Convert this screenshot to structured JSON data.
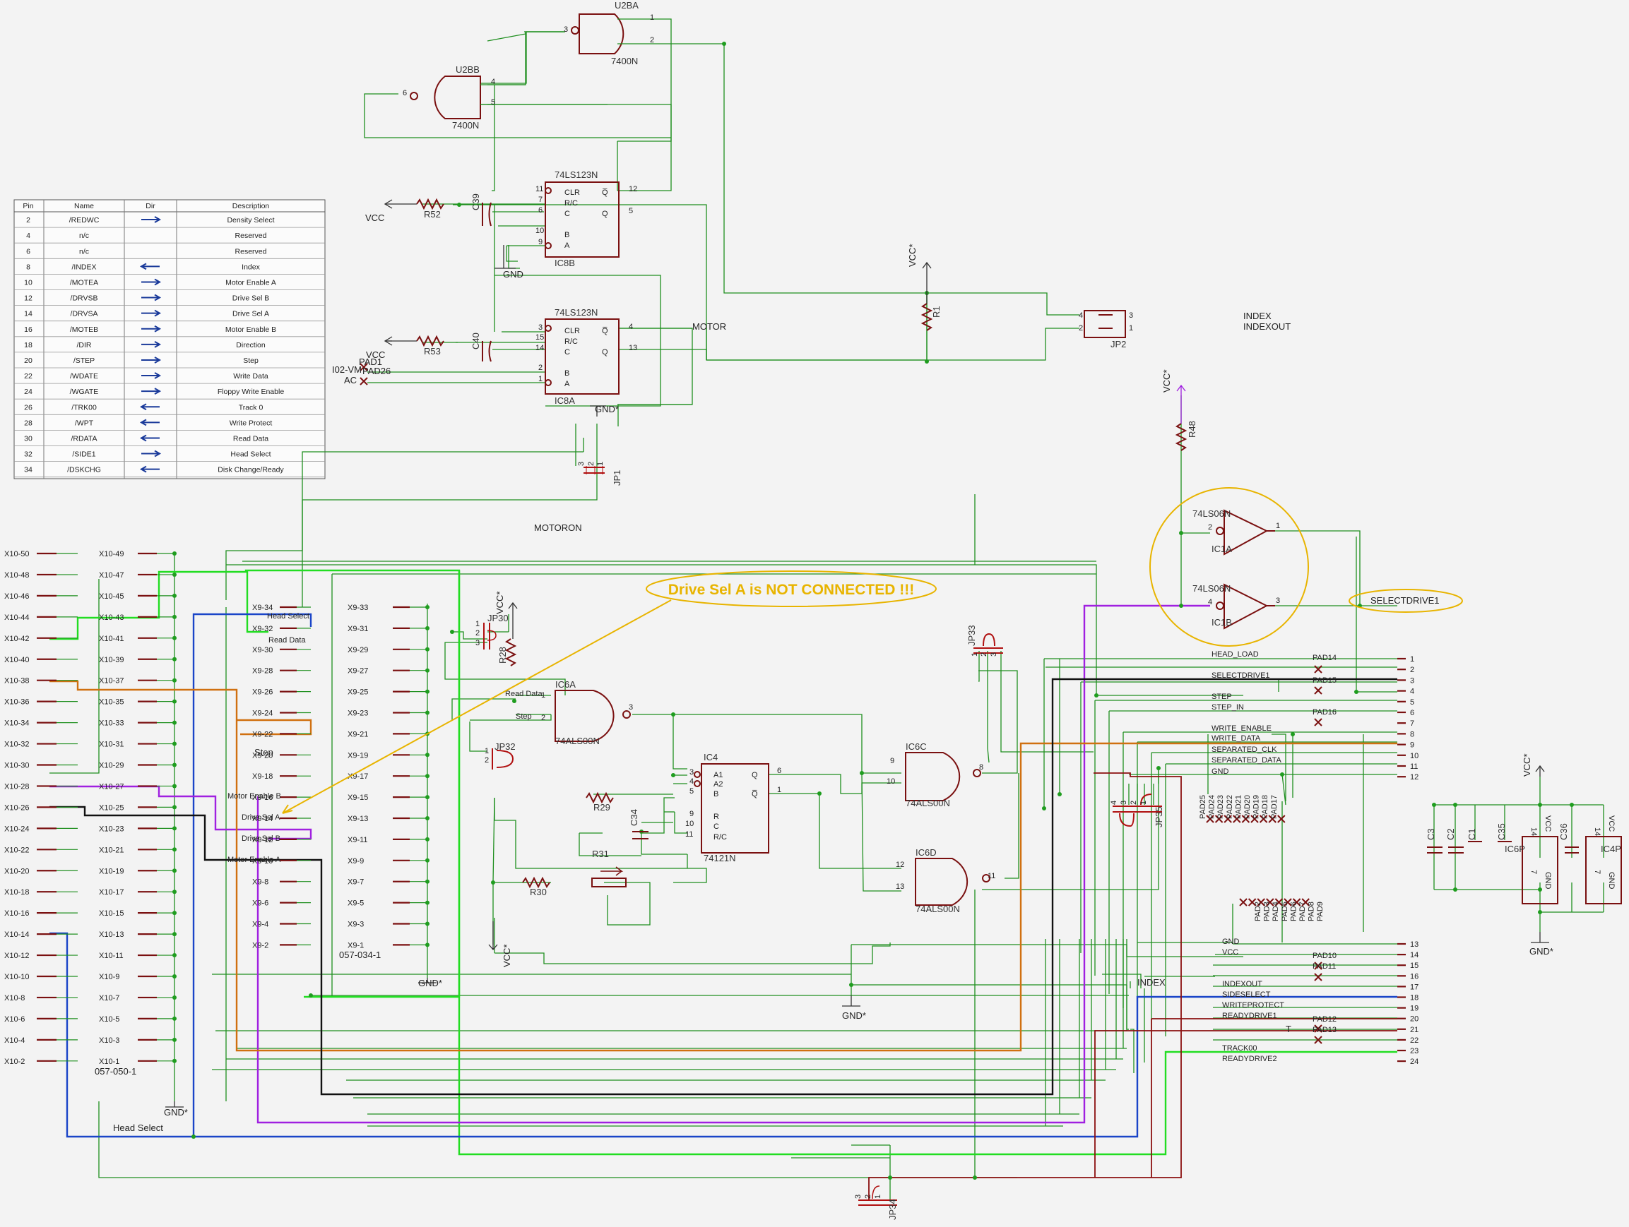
{
  "table": {
    "headers": [
      "Pin",
      "Name",
      "Dir",
      "Description"
    ],
    "rows": [
      [
        "2",
        "/REDWC",
        "out",
        "Density Select"
      ],
      [
        "4",
        "n/c",
        "",
        "Reserved"
      ],
      [
        "6",
        "n/c",
        "",
        "Reserved"
      ],
      [
        "8",
        "/INDEX",
        "in",
        "Index"
      ],
      [
        "10",
        "/MOTEA",
        "out",
        "Motor Enable A"
      ],
      [
        "12",
        "/DRVSB",
        "out",
        "Drive Sel B"
      ],
      [
        "14",
        "/DRVSA",
        "out",
        "Drive Sel A"
      ],
      [
        "16",
        "/MOTEB",
        "out",
        "Motor Enable B"
      ],
      [
        "18",
        "/DIR",
        "out",
        "Direction"
      ],
      [
        "20",
        "/STEP",
        "out",
        "Step"
      ],
      [
        "22",
        "/WDATE",
        "out",
        "Write Data"
      ],
      [
        "24",
        "/WGATE",
        "out",
        "Floppy Write Enable"
      ],
      [
        "26",
        "/TRK00",
        "in",
        "Track 0"
      ],
      [
        "28",
        "/WPT",
        "in",
        "Write Protect"
      ],
      [
        "30",
        "/RDATA",
        "in",
        "Read Data"
      ],
      [
        "32",
        "/SIDE1",
        "out",
        "Head Select"
      ],
      [
        "34",
        "/DSKCHG",
        "in",
        "Disk Change/Ready"
      ]
    ]
  },
  "callout": {
    "text": "Drive Sel A is NOT CONNECTED !!!"
  },
  "colors": {
    "wire": "#1f8f1f",
    "part": "#7a1010",
    "highlight_green": "#22dd22",
    "blue": "#1a45c8",
    "purple": "#a020e0",
    "orange": "#d07010",
    "brown": "#8b1010",
    "black": "#111111",
    "annotation": "#e8b400"
  },
  "parts": {
    "u2ba": {
      "name": "U2BA",
      "value": "7400N",
      "pins": [
        "3",
        "1",
        "2"
      ]
    },
    "u2bb": {
      "name": "U2BB",
      "value": "7400N",
      "pins": [
        "6",
        "4",
        "5"
      ]
    },
    "ic8b": {
      "type": "74LS123N",
      "name": "IC8B",
      "pins_left": [
        "11",
        "7",
        "6",
        "10",
        "9"
      ],
      "pins_right": [
        "12",
        "5"
      ],
      "inner": [
        "CLR",
        "R/C",
        "C",
        "B",
        "A",
        "Q̅",
        "Q"
      ]
    },
    "ic8a": {
      "type": "74LS123N",
      "name": "IC8A",
      "pins_left": [
        "3",
        "15",
        "14",
        "2",
        "1"
      ],
      "pins_right": [
        "4",
        "13"
      ],
      "inner": [
        "CLR",
        "R/C",
        "C",
        "B",
        "A",
        "Q̅",
        "Q"
      ]
    },
    "ic6a": {
      "name": "IC6A",
      "value": "74ALS00N",
      "pins": [
        "1",
        "2",
        "3"
      ]
    },
    "ic6c": {
      "name": "IC6C",
      "value": "74ALS00N",
      "pins": [
        "9",
        "10",
        "8"
      ]
    },
    "ic6d": {
      "name": "IC6D",
      "value": "74ALS00N",
      "pins": [
        "12",
        "13",
        "11"
      ]
    },
    "ic4": {
      "name": "IC4",
      "value": "74121N",
      "pins_left": [
        "3",
        "4",
        "5",
        "9",
        "10",
        "11"
      ],
      "pins_right": [
        "6",
        "1"
      ],
      "inner": [
        "A1",
        "A2",
        "B",
        "R",
        "C",
        "R/C",
        "Q",
        "Q̅"
      ]
    },
    "ic1a": {
      "type": "74LS06N",
      "name": "IC1A",
      "pins": [
        "2",
        "1"
      ]
    },
    "ic1b": {
      "type": "74LS06N",
      "name": "IC1B",
      "pins": [
        "4",
        "3"
      ]
    },
    "ic6p": {
      "name": "IC6P",
      "pins": [
        "14",
        "7"
      ],
      "labels": [
        "VCC",
        "GND"
      ]
    },
    "ic4p": {
      "name": "IC4P",
      "pins": [
        "14",
        "7"
      ],
      "labels": [
        "VCC",
        "GND"
      ]
    },
    "resistors": [
      "R52",
      "R53",
      "R1",
      "R48",
      "R28",
      "R29",
      "R30",
      "R31"
    ],
    "caps": [
      "C39",
      "C40",
      "C34",
      "C3",
      "C2",
      "C1",
      "C35",
      "C36"
    ],
    "jumpers": [
      "JP1",
      "JP2",
      "JP30",
      "JP32",
      "JP33",
      "JP34",
      "JP35"
    ],
    "jp_pins": {
      "jp2": [
        "4",
        "2",
        "3",
        "1"
      ],
      "three": [
        "3",
        "2",
        "1"
      ],
      "two": [
        "1",
        "2"
      ],
      "jp33": [
        "1",
        "2",
        "3"
      ],
      "jp35": [
        "4",
        "3",
        "2",
        "1"
      ]
    }
  },
  "net_labels": {
    "vcc": "VCC",
    "vcc_star": "VCC*",
    "gnd": "GND",
    "gnd_star": "GND*",
    "index": "INDEX",
    "indexout": "INDEXOUT",
    "motor": "MOTOR",
    "motoron": "MOTORON",
    "selectdrive1": "SELECTDRIVE1",
    "index2": "INDEX",
    "pad1": "PAD1",
    "pad26": "PAD26",
    "io2": "I02-VM",
    "ac": "AC",
    "head_select": "Head Select",
    "read_data": "Read Data",
    "step": "Step",
    "motor_enable_b": "Motor Enable B",
    "drive_sel_a": "Drive Sel A",
    "drive_sel_b": "Drive Sel B",
    "motor_enable_a": "Motor Enable A",
    "head_select_bottom": "Head Select",
    "t_mark": "T"
  },
  "connectors": {
    "x10_left": [
      "X10-50",
      "X10-48",
      "X10-46",
      "X10-44",
      "X10-42",
      "X10-40",
      "X10-38",
      "X10-36",
      "X10-34",
      "X10-32",
      "X10-30",
      "X10-28",
      "X10-26",
      "X10-24",
      "X10-22",
      "X10-20",
      "X10-18",
      "X10-16",
      "X10-14",
      "X10-12",
      "X10-10",
      "X10-8",
      "X10-6",
      "X10-4",
      "X10-2"
    ],
    "x10_right": [
      "X10-49",
      "X10-47",
      "X10-45",
      "X10-43",
      "X10-41",
      "X10-39",
      "X10-37",
      "X10-35",
      "X10-33",
      "X10-31",
      "X10-29",
      "X10-27",
      "X10-25",
      "X10-23",
      "X10-21",
      "X10-19",
      "X10-17",
      "X10-15",
      "X10-13",
      "X10-11",
      "X10-9",
      "X10-7",
      "X10-5",
      "X10-3",
      "X10-1"
    ],
    "x10_name": "057-050-1",
    "x9_left": [
      "X9-34",
      "X9-32",
      "X9-30",
      "X9-28",
      "X9-26",
      "X9-24",
      "X9-22",
      "X9-20",
      "X9-18",
      "X9-16",
      "X9-14",
      "X9-12",
      "X9-10",
      "X9-8",
      "X9-6",
      "X9-4",
      "X9-2"
    ],
    "x9_right": [
      "X9-33",
      "X9-31",
      "X9-29",
      "X9-27",
      "X9-25",
      "X9-23",
      "X9-21",
      "X9-19",
      "X9-17",
      "X9-15",
      "X9-13",
      "X9-11",
      "X9-9",
      "X9-7",
      "X9-5",
      "X9-3",
      "X9-1"
    ],
    "x9_name": "057-034-1"
  },
  "x9_overlay": [
    "Head Select",
    "Read Data",
    "Step",
    "Motor Enable B",
    "Drive Sel A",
    "Drive Sel B",
    "Motor Enable A"
  ],
  "header_top": {
    "pins": [
      "1",
      "2",
      "3",
      "4",
      "5",
      "6",
      "7",
      "8",
      "9",
      "10",
      "11",
      "12"
    ],
    "signals": [
      "HEAD_LOAD",
      "SELECTDRIVE1",
      "STEP",
      "STEP_IN",
      "WRITE_ENABLE",
      "WRITE_DATA",
      "SEPARATED_CLK",
      "SEPARATED_DATA",
      "GND"
    ],
    "pads": [
      "PAD14",
      "PAD15",
      "PAD16"
    ]
  },
  "header_bottom": {
    "pins": [
      "13",
      "14",
      "15",
      "16",
      "17",
      "18",
      "19",
      "20",
      "21",
      "22",
      "23",
      "24"
    ],
    "signals": [
      "GND",
      "VCC",
      "INDEXOUT",
      "SIDESELECT",
      "WRITEPROTECT",
      "READYDRIVE1",
      "TRACK00",
      "READYDRIVE2"
    ],
    "pads": [
      "PAD10",
      "PAD11",
      "PAD12",
      "PAD13"
    ]
  },
  "pad_groups": {
    "vertical_1": [
      "PAD25",
      "PAD24",
      "PAD23",
      "PAD22",
      "PAD21",
      "PAD20",
      "PAD19",
      "PAD18",
      "PAD17"
    ],
    "vertical_2": [
      "PAD2",
      "PAD3",
      "PAD4",
      "PAD5",
      "PAD6",
      "PAD7",
      "PAD8",
      "PAD9"
    ]
  }
}
